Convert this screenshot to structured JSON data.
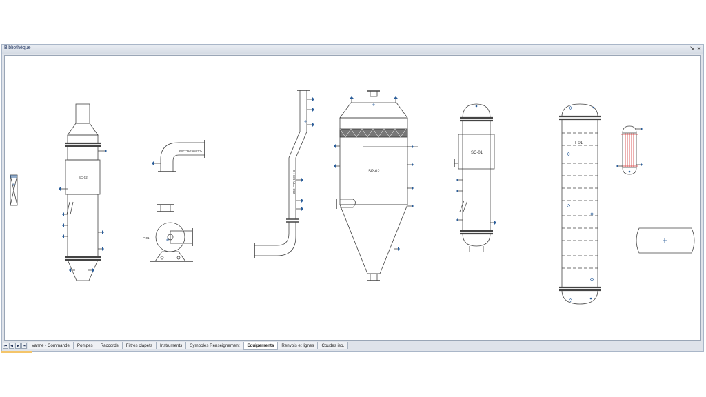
{
  "panel": {
    "title": "Bibliothèque",
    "pin_glyph": "⇲",
    "close_glyph": "✕"
  },
  "nav": {
    "first": "⏮",
    "prev": "◀",
    "next": "▶",
    "last": "⏭"
  },
  "tabs": [
    {
      "label": "Vanne - Commande",
      "active": false
    },
    {
      "label": "Pompes",
      "active": false
    },
    {
      "label": "Raccords",
      "active": false
    },
    {
      "label": "Filtres clapets",
      "active": false
    },
    {
      "label": "Instruments",
      "active": false
    },
    {
      "label": "Symboles Renseignement",
      "active": false
    },
    {
      "label": "Equipements",
      "active": true
    },
    {
      "label": "Renvois et lignes",
      "active": false
    },
    {
      "label": "Coudes iso.",
      "active": false
    }
  ],
  "equipment_labels": {
    "sc02": "SC-02",
    "pipe_h": "300-PRA-03-H-C",
    "pump": "P-01",
    "pipe_v": "250-PRA-03-H-C",
    "sp02": "SP-02",
    "sc01": "SC-01",
    "t01": "T-01"
  },
  "colors": {
    "line": "#444444",
    "nozzle": "#2a5d9a",
    "heater": "#d23b3b",
    "accent_tab": "#f4c56a"
  }
}
